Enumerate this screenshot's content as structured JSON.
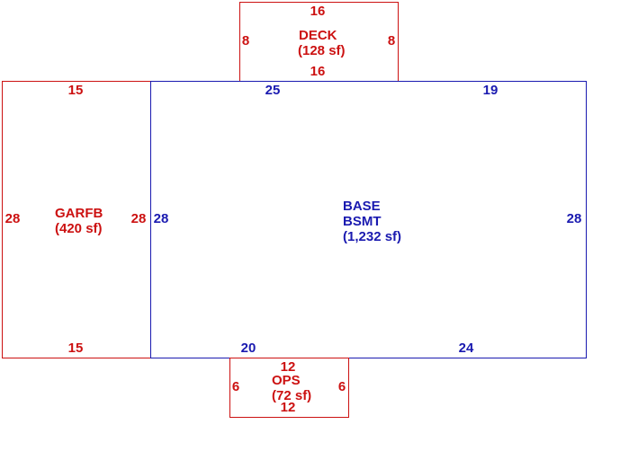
{
  "colors": {
    "addition": "#cc1111",
    "base": "#1a1ab0",
    "background": "#ffffff"
  },
  "areas": {
    "deck": {
      "name": "DECK",
      "area": "(128 sf)",
      "dims": {
        "top": "16",
        "bottom": "16",
        "left": "8",
        "right": "8"
      }
    },
    "garfb": {
      "name": "GARFB",
      "area": "(420 sf)",
      "dims": {
        "top": "15",
        "bottom": "15",
        "left": "28",
        "right": "28"
      }
    },
    "base": {
      "name": "BASE",
      "subname": "BSMT",
      "area": "(1,232 sf)",
      "dims": {
        "top_left": "25",
        "top_right": "19",
        "bottom_left": "20",
        "bottom_right": "24",
        "left": "28",
        "right": "28"
      }
    },
    "ops": {
      "name": "OPS",
      "area": "(72 sf)",
      "dims": {
        "top": "12",
        "bottom": "12",
        "left": "6",
        "right": "6"
      }
    }
  }
}
